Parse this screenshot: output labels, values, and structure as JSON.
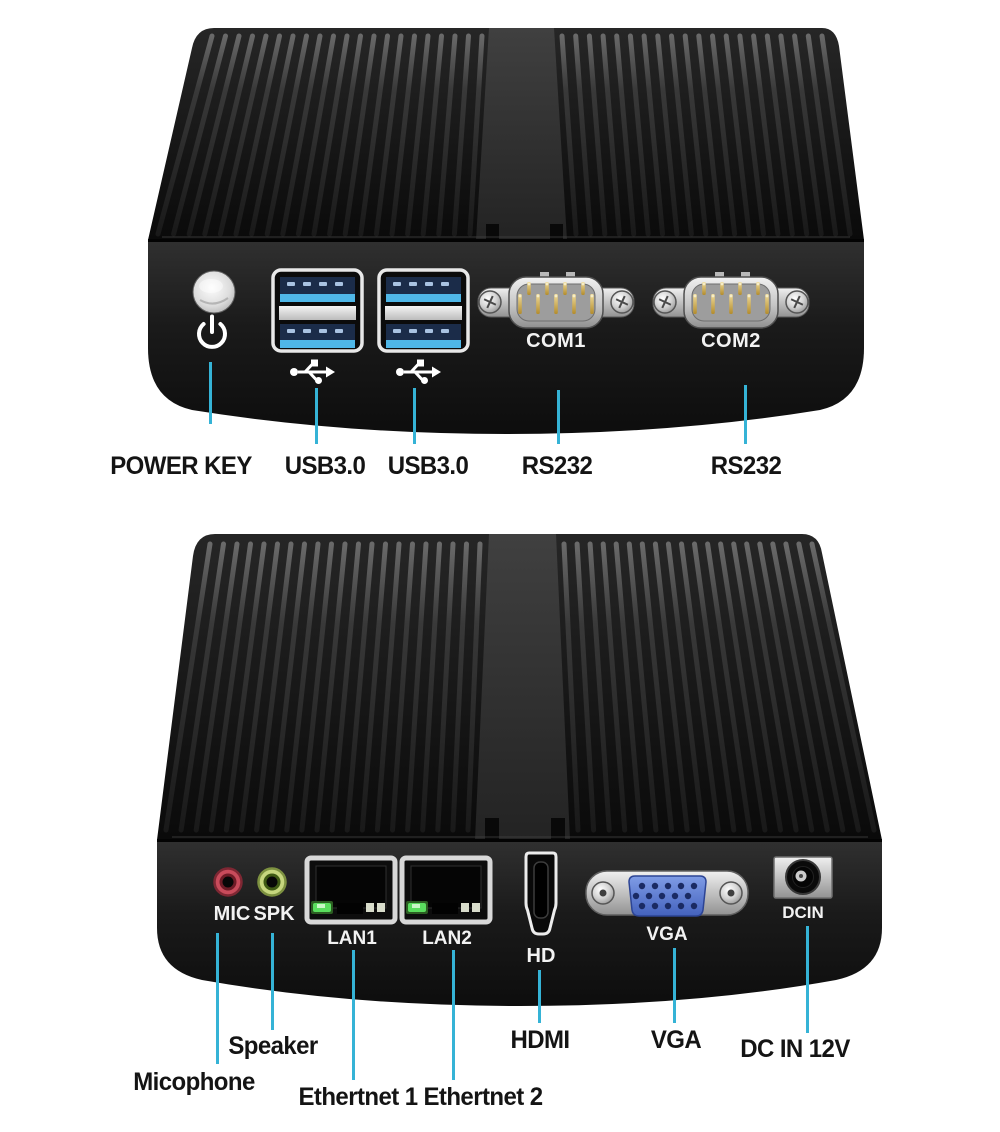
{
  "accents": {
    "callout_line": "#35b3d6",
    "label_text": "#141414",
    "usb_port_blue": "#4fb7e8",
    "vga_connector_blue": "#5b79cf",
    "mic_jack_red": "#c84b5b",
    "spk_jack_green": "#c6d67e",
    "lan_led_green": "#5ade5e",
    "chassis_black": "#141414"
  },
  "front_view": {
    "port_labels": {
      "com1": "COM1",
      "com2": "COM2"
    },
    "callouts": [
      "POWER KEY",
      "USB3.0",
      "USB3.0",
      "RS232",
      "RS232"
    ]
  },
  "rear_view": {
    "port_labels": {
      "mic": "MIC",
      "spk": "SPK",
      "lan1": "LAN1",
      "lan2": "LAN2",
      "hdmi": "HD",
      "vga": "VGA",
      "dcin": "DCIN"
    },
    "callouts": [
      "Micophone",
      "Speaker",
      "Ethertnet 1",
      "Ethertnet 2",
      "HDMI",
      "VGA",
      "DC IN 12V"
    ]
  }
}
